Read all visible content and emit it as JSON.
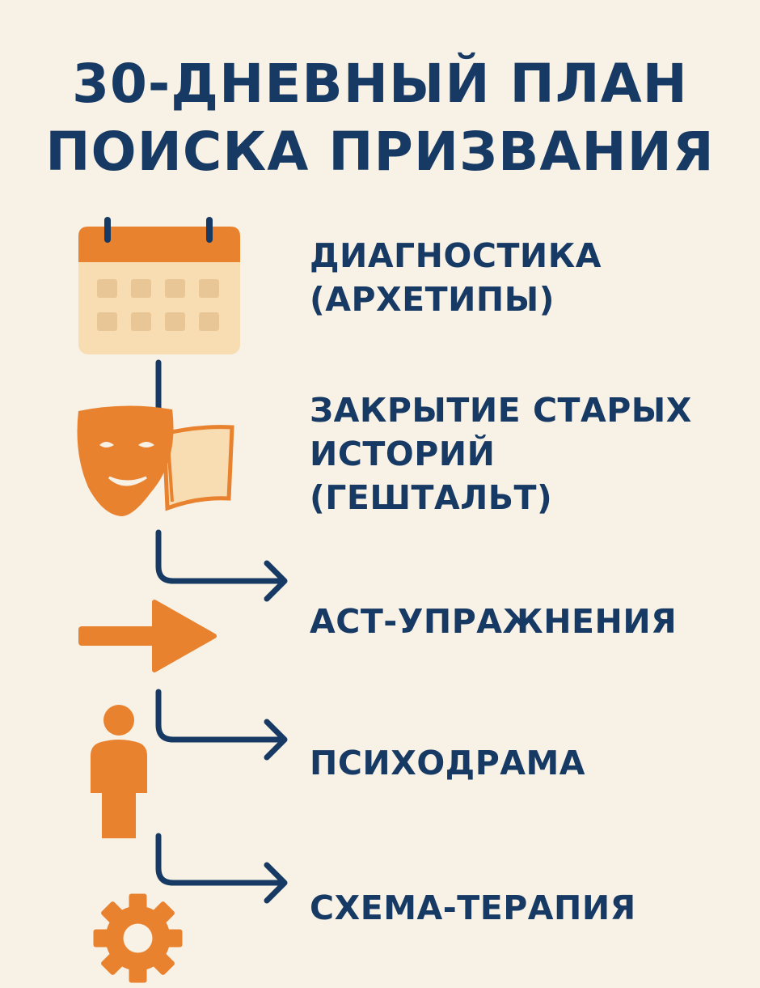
{
  "title": {
    "line1": "30-ДНЕВНЫЙ ПЛАН",
    "line2": "ПОИСКА ПРИЗВАНИЯ"
  },
  "steps": [
    {
      "icon": "calendar-icon",
      "lines": [
        "ДИАГНОСТИКА",
        "(АРХЕТИПЫ)"
      ]
    },
    {
      "icon": "theater-mask-book-icon",
      "lines": [
        "ЗАКРЫТИЕ СТАРЫХ",
        "ИСТОРИЙ",
        "(ГЕШТАЛЬТ)"
      ]
    },
    {
      "icon": "arrow-right-icon",
      "lines": [
        "АСТ-УПРАЖНЕНИЯ"
      ]
    },
    {
      "icon": "person-icon",
      "lines": [
        "ПСИХОДРАМА"
      ]
    },
    {
      "icon": "gear-icon",
      "lines": [
        "СХЕМА-ТЕРАПИЯ"
      ]
    }
  ],
  "colors": {
    "background": "#f8f1e6",
    "navy": "#173a64",
    "orange": "#e8822f",
    "light_orange": "#f8ddb3"
  }
}
